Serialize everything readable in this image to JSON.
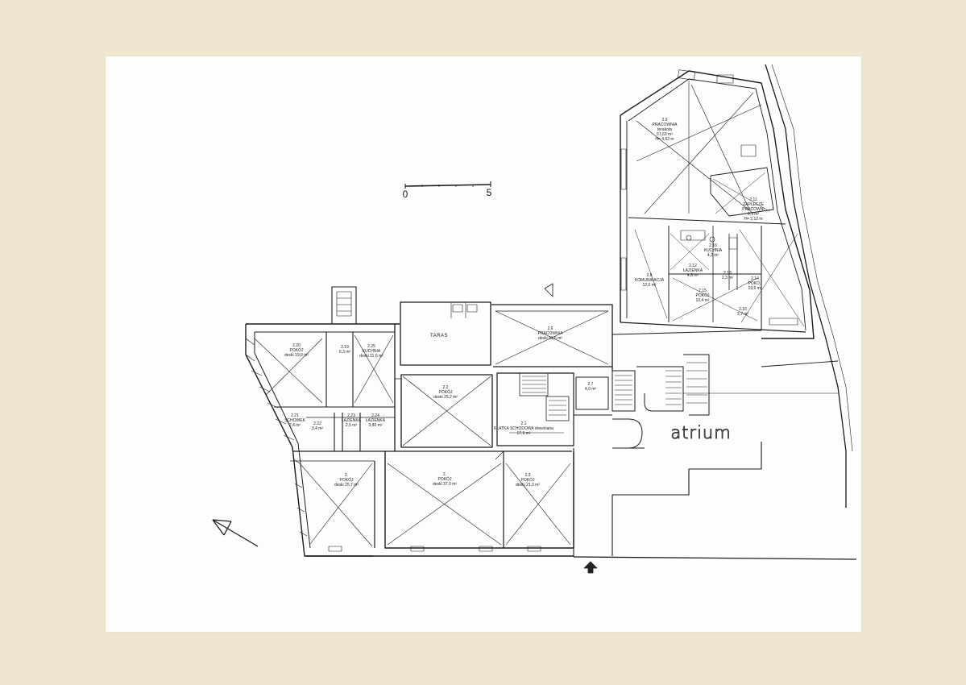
{
  "labels": {
    "atrium": "atrium",
    "taras": "TARAS",
    "scale_start": "0",
    "scale_end": "5"
  },
  "rooms": {
    "r29": [
      "2.9",
      "PRACOWNIA",
      "terakota",
      "57,63 m²",
      "H= 4,62 m"
    ],
    "r211": [
      "2.11",
      "ZAPLECZE",
      "PRACOWNI",
      "9,1 m²",
      "H= 2,12 m"
    ],
    "r210": [
      "2.10",
      "KUCHNIA",
      "4,2 m²"
    ],
    "r28": [
      "2.8",
      "KOMUNIKACJA",
      "12,0 m²"
    ],
    "r212": [
      "2.12",
      "ŁAZIENKA",
      "4,8 m²"
    ],
    "r213": [
      "2.13",
      "2,3 m²"
    ],
    "r215": [
      "2.15",
      "POKÓJ",
      "10,4 m²"
    ],
    "r214": [
      "2.14",
      "POKÓJ",
      "19,6 m²"
    ],
    "r216": [
      "2.16",
      "3,7 m²"
    ],
    "r26": [
      "2.6",
      "PRACOWNIA",
      "deski  31,6 m²"
    ],
    "r27": [
      "2.7",
      "4,0 m²"
    ],
    "r220": [
      "2.20",
      "POKÓJ",
      "deski  19,9 m²"
    ],
    "r225": [
      "2.25",
      "KUCHNIA",
      "deski  11,6 m²"
    ],
    "r219": [
      "2.19",
      "6,3 m²"
    ],
    "r221": [
      "2.21",
      "SCHOWEK",
      "2,4 m²"
    ],
    "r222": [
      "2.22",
      "3,4 m²"
    ],
    "r223": [
      "2.23",
      "ŁAZIENKA",
      "2,5 m²"
    ],
    "r224": [
      "2.24",
      "ŁAZIENKA",
      "3,80 m²"
    ],
    "r22": [
      "2.2",
      "POKÓJ",
      "deski  25,2 m²"
    ],
    "r21": [
      "2.1",
      "KLATKA SCHODOWA  drewniana",
      "17,9 m²"
    ],
    "r23": [
      "2.3",
      "POKÓJ",
      "deski  21,3 m²"
    ],
    "r2x": [
      "2.",
      "POKÓJ",
      "deski  37,0 m²"
    ],
    "r2y": [
      "2.",
      "POKÓJ",
      "deski  25,7 m²"
    ]
  }
}
